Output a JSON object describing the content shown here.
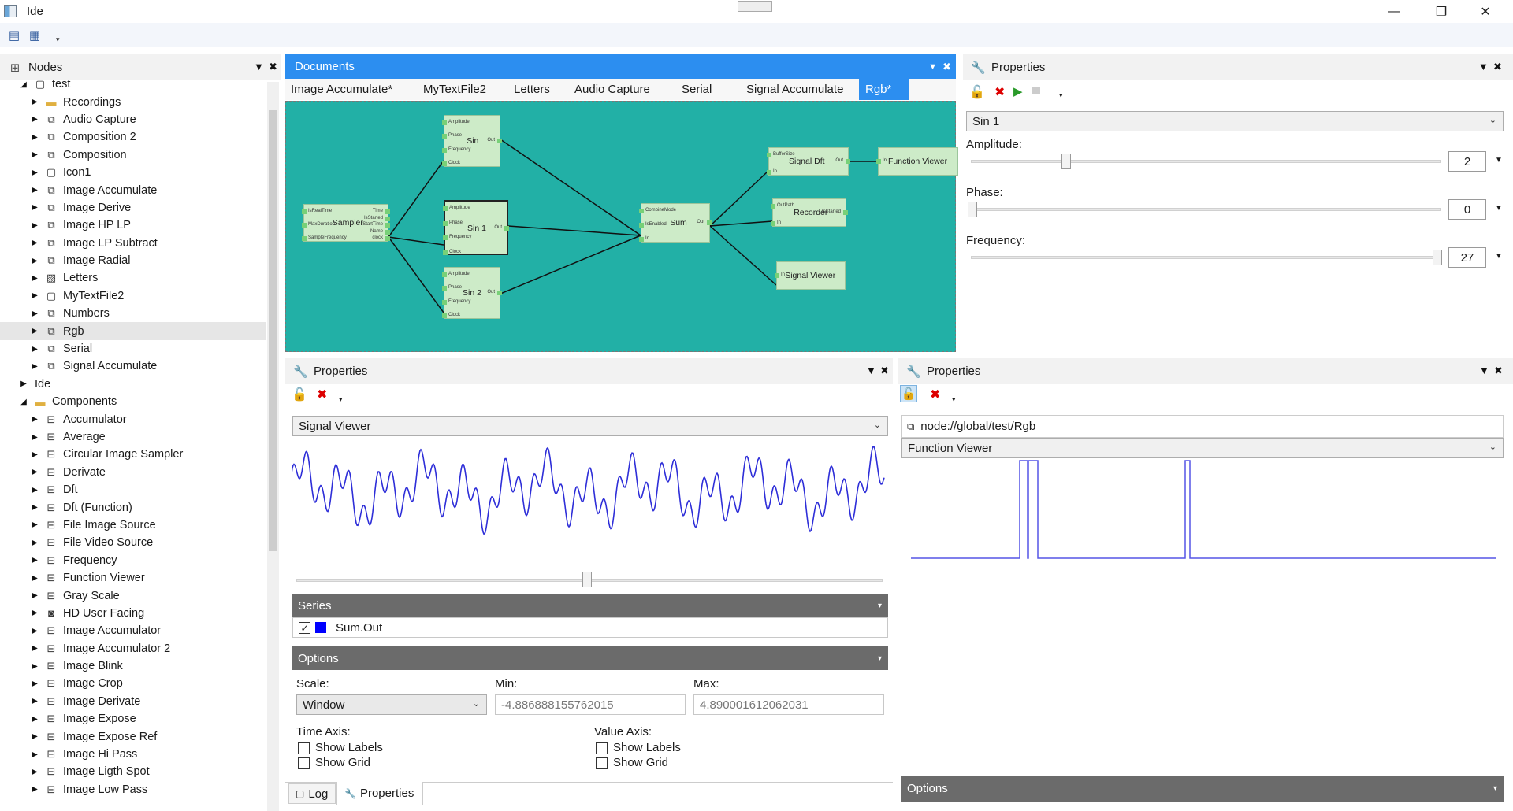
{
  "window": {
    "title": "Ide"
  },
  "nodes_panel": {
    "title": "Nodes",
    "items": [
      {
        "label": "test",
        "icon": "doc",
        "indent": 1,
        "expanded": true
      },
      {
        "label": "Recordings",
        "icon": "folder",
        "indent": 2
      },
      {
        "label": "Audio Capture",
        "icon": "network",
        "indent": 2
      },
      {
        "label": "Composition 2",
        "icon": "network",
        "indent": 2
      },
      {
        "label": "Composition",
        "icon": "network",
        "indent": 2
      },
      {
        "label": "Icon1",
        "icon": "doc",
        "indent": 2
      },
      {
        "label": "Image Accumulate",
        "icon": "network",
        "indent": 2
      },
      {
        "label": "Image Derive",
        "icon": "network",
        "indent": 2
      },
      {
        "label": "Image HP LP",
        "icon": "network",
        "indent": 2
      },
      {
        "label": "Image LP Subtract",
        "icon": "network",
        "indent": 2
      },
      {
        "label": "Image Radial",
        "icon": "network",
        "indent": 2
      },
      {
        "label": "Letters",
        "icon": "image",
        "indent": 2
      },
      {
        "label": "MyTextFile2",
        "icon": "doc",
        "indent": 2
      },
      {
        "label": "Numbers",
        "icon": "network",
        "indent": 2
      },
      {
        "label": "Rgb",
        "icon": "network",
        "indent": 2,
        "selected": true
      },
      {
        "label": "Serial",
        "icon": "network",
        "indent": 2
      },
      {
        "label": "Signal Accumulate",
        "icon": "network",
        "indent": 2
      },
      {
        "label": "Ide",
        "icon": "none",
        "indent": 1
      },
      {
        "label": "Components",
        "icon": "folder",
        "indent": 1,
        "expanded": true
      },
      {
        "label": "Accumulator",
        "icon": "component",
        "indent": 2
      },
      {
        "label": "Average",
        "icon": "component",
        "indent": 2
      },
      {
        "label": "Circular Image Sampler",
        "icon": "component",
        "indent": 2
      },
      {
        "label": "Derivate",
        "icon": "component",
        "indent": 2
      },
      {
        "label": "Dft",
        "icon": "component",
        "indent": 2
      },
      {
        "label": "Dft (Function)",
        "icon": "component",
        "indent": 2
      },
      {
        "label": "File Image Source",
        "icon": "component",
        "indent": 2
      },
      {
        "label": "File Video Source",
        "icon": "component",
        "indent": 2
      },
      {
        "label": "Frequency",
        "icon": "component",
        "indent": 2
      },
      {
        "label": "Function Viewer",
        "icon": "component",
        "indent": 2
      },
      {
        "label": "Gray Scale",
        "icon": "component",
        "indent": 2
      },
      {
        "label": "HD User Facing",
        "icon": "camera",
        "indent": 2
      },
      {
        "label": "Image Accumulator",
        "icon": "component",
        "indent": 2
      },
      {
        "label": "Image Accumulator 2",
        "icon": "component",
        "indent": 2
      },
      {
        "label": "Image Blink",
        "icon": "component",
        "indent": 2
      },
      {
        "label": "Image Crop",
        "icon": "component",
        "indent": 2
      },
      {
        "label": "Image Derivate",
        "icon": "component",
        "indent": 2
      },
      {
        "label": "Image Expose",
        "icon": "component",
        "indent": 2
      },
      {
        "label": "Image Expose Ref",
        "icon": "component",
        "indent": 2
      },
      {
        "label": "Image Hi Pass",
        "icon": "component",
        "indent": 2
      },
      {
        "label": "Image Ligth Spot",
        "icon": "component",
        "indent": 2
      },
      {
        "label": "Image Low Pass",
        "icon": "component",
        "indent": 2
      }
    ]
  },
  "documents": {
    "title": "Documents",
    "tabs": [
      "Image Accumulate*",
      "MyTextFile2",
      "Letters",
      "Audio Capture",
      "Serial",
      "Signal Accumulate",
      "Rgb*"
    ],
    "active_tab": "Rgb*",
    "graph": {
      "sampler": {
        "name": "Sampler",
        "inputs": [
          "IsRealTime",
          "MaxDuration",
          "SampleFrequency"
        ],
        "outputs": [
          "Time",
          "IsStarted",
          "StartTime",
          "Name",
          "clock"
        ]
      },
      "sin": {
        "name": "Sin",
        "inputs": [
          "Amplitude",
          "Phase",
          "Frequency",
          "Clock"
        ],
        "outputs": [
          "Out"
        ]
      },
      "sin1": {
        "name": "Sin 1",
        "inputs": [
          "Amplitude",
          "Phase",
          "Frequency",
          "Clock"
        ],
        "outputs": [
          "Out"
        ]
      },
      "sin2": {
        "name": "Sin 2",
        "inputs": [
          "Amplitude",
          "Phase",
          "Frequency",
          "Clock"
        ],
        "outputs": [
          "Out"
        ]
      },
      "sum": {
        "name": "Sum",
        "inputs": [
          "CombineMode",
          "IsEnabled",
          "In"
        ],
        "outputs": [
          "Out"
        ]
      },
      "dft": {
        "name": "Signal Dft",
        "inputs": [
          "BufferSize",
          "In"
        ],
        "outputs": [
          "Out"
        ]
      },
      "recorder": {
        "name": "Recorder",
        "inputs": [
          "OutPath",
          "In"
        ],
        "outputs": [
          "IsStarted"
        ]
      },
      "sviewer": {
        "name": "Signal Viewer",
        "inputs": [
          "In"
        ],
        "outputs": []
      },
      "fviewer": {
        "name": "Function Viewer",
        "inputs": [
          "In"
        ],
        "outputs": []
      }
    }
  },
  "top_properties": {
    "title": "Properties",
    "selected": "Sin 1",
    "params": [
      {
        "label": "Amplitude:",
        "value": "2",
        "fraction": 0.2
      },
      {
        "label": "Phase:",
        "value": "0",
        "fraction": 0.0
      },
      {
        "label": "Frequency:",
        "value": "27",
        "fraction": 1.0
      }
    ]
  },
  "left_properties": {
    "title": "Properties",
    "selected": "Signal Viewer",
    "series_title": "Series",
    "series_item": "Sum.Out",
    "series_color": "#0000ff",
    "options_title": "Options",
    "scale_label": "Scale:",
    "scale_value": "Window",
    "min_label": "Min:",
    "min_value": "-4.886888155762015",
    "max_label": "Max:",
    "max_value": "4.890001612062031",
    "time_axis": "Time Axis:",
    "value_axis": "Value Axis:",
    "show_labels": "Show Labels",
    "show_grid": "Show Grid",
    "tab_log": "Log",
    "tab_properties": "Properties"
  },
  "right_properties": {
    "title": "Properties",
    "path": "node://global/test/Rgb",
    "selected": "Function Viewer",
    "options_title": "Options"
  },
  "colors": {
    "accent": "#2c8ef0",
    "canvas": "#22b0a6",
    "node": "#cdebc8",
    "signal": "#4040e0"
  }
}
